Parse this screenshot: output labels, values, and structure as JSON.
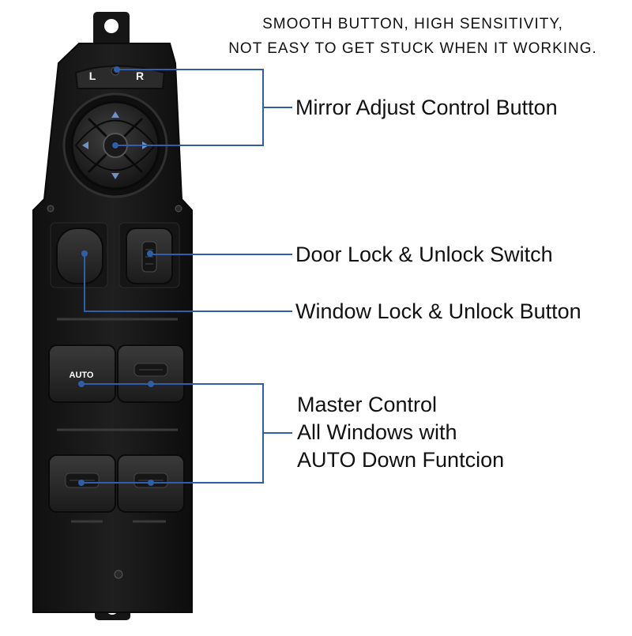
{
  "headline": {
    "line1": "SMOOTH BUTTON, HIGH SENSITIVITY,",
    "line2": "NOT EASY TO GET STUCK WHEN IT WORKING."
  },
  "callouts": {
    "mirror_adjust": "Mirror Adjust Control Button",
    "door_lock": "Door Lock & Unlock Switch",
    "window_lock": "Window Lock & Unlock Button",
    "master_control_line1": "Master Control",
    "master_control_line2": "All Windows with",
    "master_control_line3": "AUTO Down Funtcion"
  },
  "switch_panel": {
    "mirror_selector_left": "L",
    "mirror_selector_right": "R",
    "auto_button_label": "AUTO"
  },
  "colors": {
    "callout_line": "#2f5fa8",
    "panel": "#171717",
    "button": "#2a2a2a"
  }
}
